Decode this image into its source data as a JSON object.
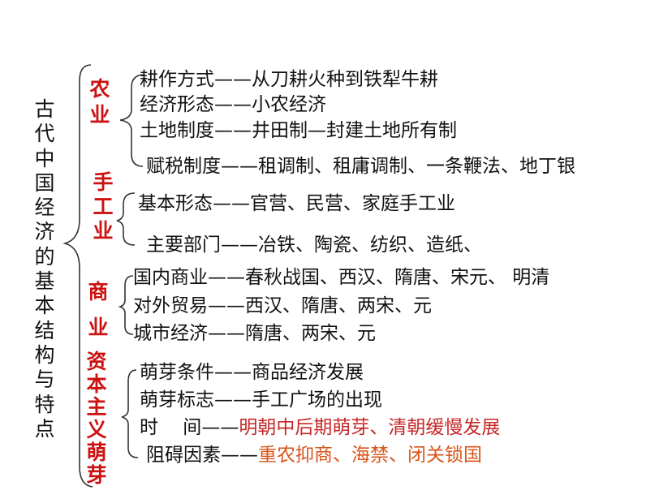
{
  "title": "古代中国经济的基本结构与特点",
  "categories": [
    {
      "label": "农业"
    },
    {
      "label": "手工业"
    },
    {
      "label": "商业"
    },
    {
      "label": "资本主义萌芽"
    }
  ],
  "rows": [
    {
      "label": "耕作方式",
      "dash": "——",
      "value": "从刀耕火种到铁犁牛耕",
      "color": "#111111"
    },
    {
      "label": "经济形态",
      "dash": "——",
      "value": "小农经济",
      "color": "#111111"
    },
    {
      "label": "土地制度",
      "dash": "——",
      "value": "井田制—封建土地所有制",
      "color": "#111111"
    },
    {
      "label": "赋税制度",
      "dash": "——",
      "value": "租调制、租庸调制、一条鞭法、地丁银",
      "color": "#111111"
    },
    {
      "label": "基本形态",
      "dash": "——",
      "value": "官营、民营、家庭手工业",
      "color": "#111111"
    },
    {
      "label": "主要部门",
      "dash": "——",
      "value": "冶铁、陶瓷、纺织、造纸、",
      "color": "#111111"
    },
    {
      "label": "国内商业",
      "dash": "——",
      "value": "春秋战国、西汉、隋唐、宋元、 明清",
      "color": "#111111"
    },
    {
      "label": "对外贸易",
      "dash": "——",
      "value": "西汉、隋唐、两宋、元",
      "color": "#111111"
    },
    {
      "label": "城市经济",
      "dash": "——",
      "value": "隋唐、两宋、元",
      "color": "#111111"
    },
    {
      "label": "萌芽条件",
      "dash": "——",
      "value": "商品经济发展",
      "color": "#111111"
    },
    {
      "label": "萌芽标志",
      "dash": "——",
      "value": "手工广场的出现",
      "color": "#111111"
    },
    {
      "label": "时　 间",
      "dash": "——",
      "value": "明朝中后期萌芽、清朝缓慢发展",
      "color": "#c62828"
    },
    {
      "label": "阻碍因素",
      "dash": "——",
      "value": "重农抑商、海禁、闭关锁国",
      "color": "#d9541b"
    }
  ]
}
